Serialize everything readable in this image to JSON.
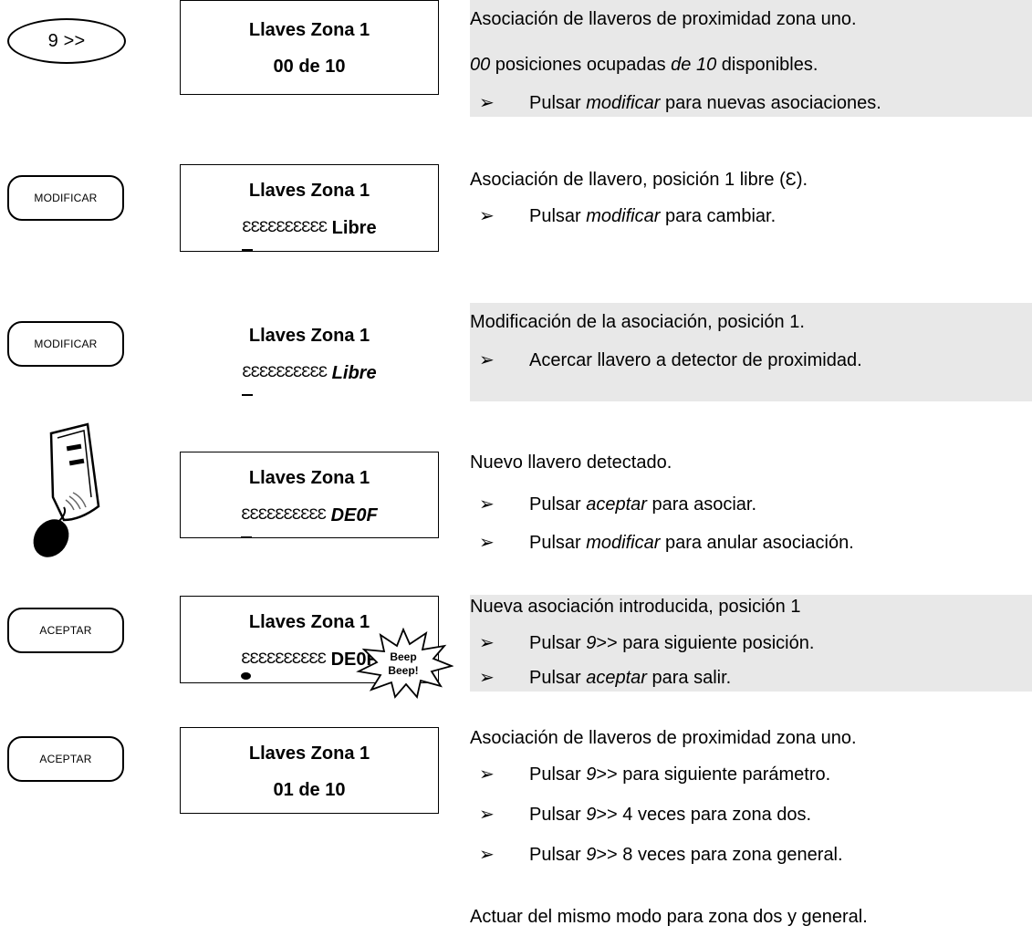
{
  "steps": [
    {
      "button": "9 >>",
      "lcd_line1": "Llaves Zona 1",
      "lcd_line2": "00 de 10",
      "desc": "Asociación de llaveros de proximidad zona uno.",
      "desc2_a": "00",
      "desc2_b": " posiciones ocupadas ",
      "desc2_c": "de 10",
      "desc2_d": " disponibles.",
      "bullet1_a": "Pulsar ",
      "bullet1_b": "modificar",
      "bullet1_c": "  para nuevas asociaciones."
    },
    {
      "button": "MODIFICAR",
      "lcd_line1": "Llaves Zona 1",
      "lcd_keys": "ƐƐƐƐƐƐƐƐƐƐ",
      "lcd_val": "Libre",
      "desc": "Asociación de llavero, posición 1 libre (",
      "desc_icon": "Ɛ",
      "desc_end": ").",
      "bullet1_a": "Pulsar ",
      "bullet1_b": "modificar",
      "bullet1_c": "  para cambiar."
    },
    {
      "button": "MODIFICAR",
      "lcd_line1": "Llaves Zona 1",
      "lcd_keys": "ƐƐƐƐƐƐƐƐƐƐ",
      "lcd_val": "Libre",
      "desc": "Modificación de la asociación, posición 1.",
      "bullet1": "Acercar llavero a detector de proximidad."
    },
    {
      "icon": "key-fob-reader-icon",
      "lcd_line1": "Llaves Zona 1",
      "lcd_keys": "ƐƐƐƐƐƐƐƐƐƐ",
      "lcd_val": "DE0F",
      "desc": "Nuevo llavero detectado.",
      "bullet1_a": "Pulsar ",
      "bullet1_b": "aceptar",
      "bullet1_c": " para asociar.",
      "bullet2_a": "Pulsar ",
      "bullet2_b": "modificar",
      "bullet2_c": " para anular asociación."
    },
    {
      "button": "ACEPTAR",
      "lcd_line1": "Llaves Zona 1",
      "lcd_keys": "ƐƐƐƐƐƐƐƐƐƐ",
      "lcd_val": "DE0F",
      "burst_line1": "Beep",
      "burst_line2": "Beep!",
      "desc": "Nueva asociación introducida, posición 1",
      "bullet1_a": "Pulsar ",
      "bullet1_b": "9",
      "bullet1_c": ">> para siguiente posición.",
      "bullet2_a": "Pulsar ",
      "bullet2_b": "aceptar",
      "bullet2_c": " para salir."
    },
    {
      "button": "ACEPTAR",
      "lcd_line1": "Llaves Zona 1",
      "lcd_line2": "01 de 10",
      "desc": "Asociación de llaveros de proximidad zona uno.",
      "bullet1_a": "Pulsar ",
      "bullet1_b": "9",
      "bullet1_c": ">> para siguiente parámetro.",
      "bullet2_a": "Pulsar ",
      "bullet2_b": "9",
      "bullet2_c": ">> 4 veces para zona dos.",
      "bullet3_a": "Pulsar ",
      "bullet3_b": "9",
      "bullet3_c": ">> 8 veces para zona general."
    }
  ],
  "footer": "Actuar del mismo modo para zona dos y general.",
  "arrow": "➢"
}
